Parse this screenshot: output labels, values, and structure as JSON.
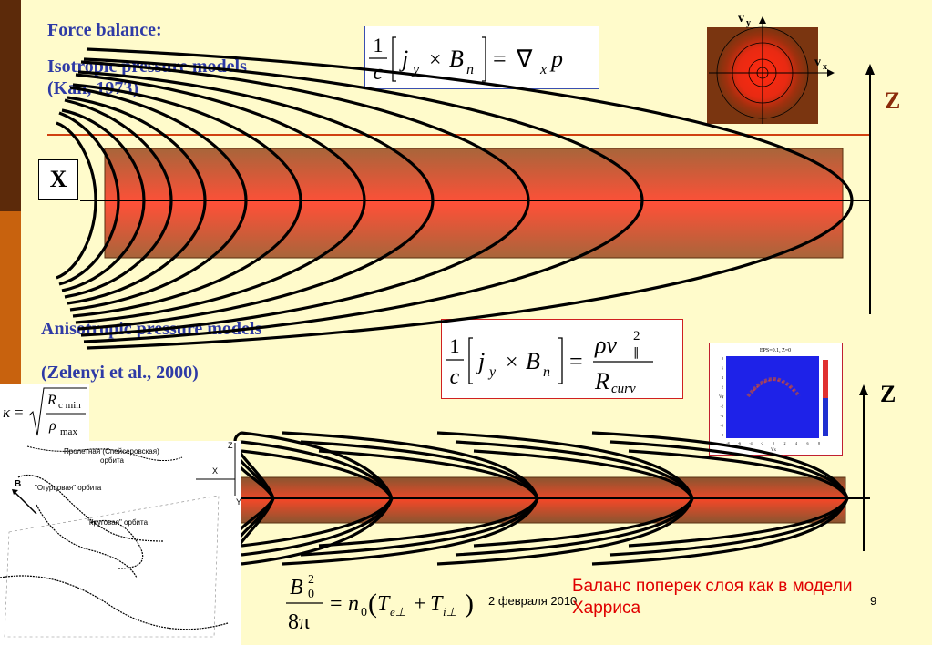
{
  "left_bar_colors": {
    "top": "#5C2A0A",
    "bottom": "#C8620E"
  },
  "headings": {
    "force_balance": "Force balance:",
    "isotropic": "Isotropic pressure models",
    "kan": "(Kan, 1973)",
    "anisotropic": "Anisotropic pressure models",
    "zelenyi": "(Zelenyi et al., 2000)"
  },
  "formula1": {
    "frac_num": "1",
    "frac_den": "c",
    "j": "j",
    "j_sub": "y",
    "times": "×",
    "B": "B",
    "B_sub": "n",
    "eq": "=",
    "nabla": "∇",
    "nabla_sub": "x",
    "p": "p"
  },
  "formula2": {
    "frac_num": "1",
    "frac_den": "c",
    "j": "j",
    "j_sub": "y",
    "times": "×",
    "B": "B",
    "B_sub": "n",
    "eq": "=",
    "rhs_num": "ρv",
    "rhs_sup": "2",
    "rhs_sub": "∥",
    "rhs_den": "R",
    "rhs_den_sub": "curv"
  },
  "formula_kappa": {
    "kappa": "κ",
    "eq": "=",
    "num": "R",
    "num_sub": "c min",
    "den": "ρ",
    "den_sub": "max"
  },
  "formula_balance": {
    "num": "B",
    "num_sup": "2",
    "num_sub": "0",
    "den": "8π",
    "eq": "=",
    "rhs_n": "n",
    "rhs_n_sub": "0",
    "T": "T",
    "Te_sub": "e⊥",
    "plus": "+",
    "Ti_sub": "i⊥"
  },
  "axis_labels": {
    "x": "X",
    "z_top": "Z",
    "z_bottom": "Z"
  },
  "velocity_inset": {
    "vy": "v",
    "vy_sub": "y",
    "vx": "v",
    "vx_sub": "x"
  },
  "sim_inset": {
    "title": "EPS=0.1, Z=0",
    "xlabel": "Vx",
    "ylabel": "Vy",
    "ticks": [
      "-8",
      "-6",
      "-4",
      "-2",
      "0",
      "2",
      "4",
      "6",
      "8"
    ]
  },
  "orbit_diagram": {
    "label_transit": "Пролетная (Спейсеровская)",
    "label_transit2": "орбита",
    "label_cucumber": "\"Огурцовая\" орбита",
    "label_circular": "\"Круговая\" орбита",
    "axis_z": "Z",
    "axis_x": "X",
    "axis_y": "Y",
    "b_label": "B"
  },
  "footer": {
    "date": "2 февраля 2010",
    "page": "9",
    "caption_line1": "Баланс поперек слоя как в модели",
    "caption_line2": "Харриса"
  },
  "colors": {
    "title_blue": "#2E3AA6",
    "z_label": "#8B2A0A",
    "caption_red": "#E00000",
    "box1_border": "#3A4FB0",
    "box2_border": "#D02020"
  }
}
